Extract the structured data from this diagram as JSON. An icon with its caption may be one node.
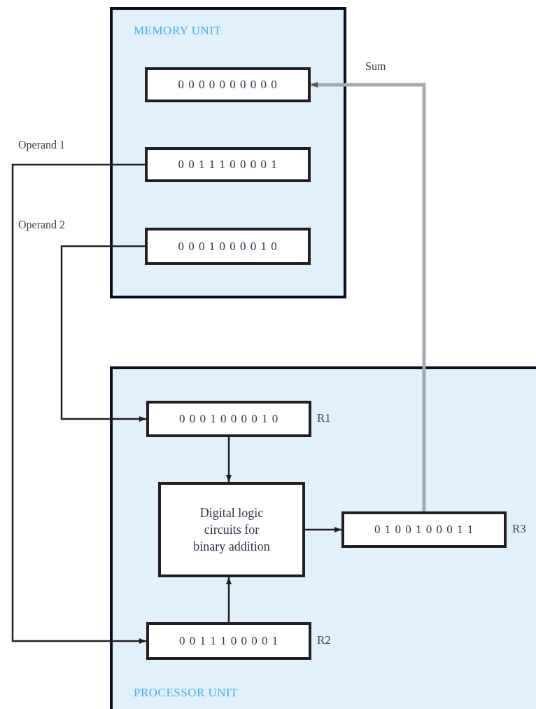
{
  "diagram": {
    "nodes": [
      {
        "text": [
          "MEMORY UNIT"
        ]
      },
      {
        "text": [
          "0 0 0 0 0 0 0 0 0 0"
        ],
        "in": 0
      },
      {
        "text": [
          "0 0 1 1 1 0 0 0 0 1"
        ],
        "in": 0
      },
      {
        "text": [
          "0 0 0 1 0 0 0 0 1 0"
        ],
        "in": 0
      },
      {
        "text": [
          "PROCESSOR UNIT"
        ]
      },
      {
        "text": [
          "0 0 0 1 0 0 0 0 1 0"
        ],
        "in": 4,
        "beside": [
          "R1"
        ]
      },
      {
        "text": [
          "Digital logic circuits for binary addition"
        ],
        "in": 4
      },
      {
        "text": [
          "0 1 0 0 1 0 0 0 1 1"
        ],
        "in": 4,
        "beside": [
          "R3"
        ]
      },
      {
        "text": [
          "0 0 1 1 1 0 0 0 0 1"
        ],
        "in": 4,
        "beside": [
          "R2"
        ]
      }
    ],
    "edges": [
      {
        "from": 2,
        "to": 8,
        "arrow": "to",
        "label": "Operand 1"
      },
      {
        "from": 3,
        "to": 5,
        "arrow": "to",
        "label": "Operand 2"
      },
      {
        "from": 5,
        "to": 6,
        "arrow": "to"
      },
      {
        "from": 8,
        "to": 6,
        "arrow": "to"
      },
      {
        "from": 6,
        "to": 7,
        "arrow": "to"
      },
      {
        "from": 7,
        "to": 1,
        "arrow": "to",
        "label": "Sum",
        "style": "thick",
        "color": "#a3abb0"
      }
    ]
  }
}
